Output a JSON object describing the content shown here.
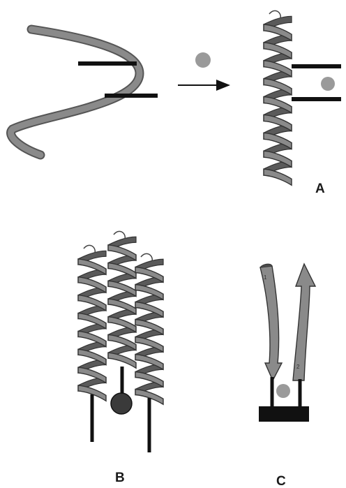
{
  "figure": {
    "background": "#ffffff",
    "ribbon_color": "#8a8a8a",
    "dark_color": "#111111",
    "ion_color": "#9a9a9a",
    "ion_dark_color": "#3a3a3a",
    "panels": [
      {
        "id": "A",
        "label": "A"
      },
      {
        "id": "B",
        "label": "B"
      },
      {
        "id": "C",
        "label": "C"
      }
    ],
    "strand_numbers": [
      "1",
      "2"
    ]
  }
}
